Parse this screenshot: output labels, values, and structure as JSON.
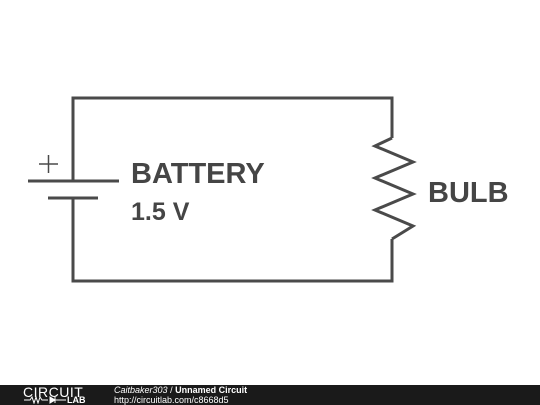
{
  "diagram": {
    "battery_label": "BATTERY",
    "battery_voltage": "1.5 V",
    "battery_polarity": "+",
    "bulb_label": "BULB",
    "wire_color": "#4a4a4a",
    "text_color": "#454545"
  },
  "footer": {
    "logo_top": "CIRCUIT",
    "logo_bottom": "LAB",
    "author": "Caitbaker303",
    "separator": "/",
    "circuit_name": "Unnamed Circuit",
    "url": "http://circuitlab.com/c8668d5",
    "background_color": "#1a1a1a"
  }
}
